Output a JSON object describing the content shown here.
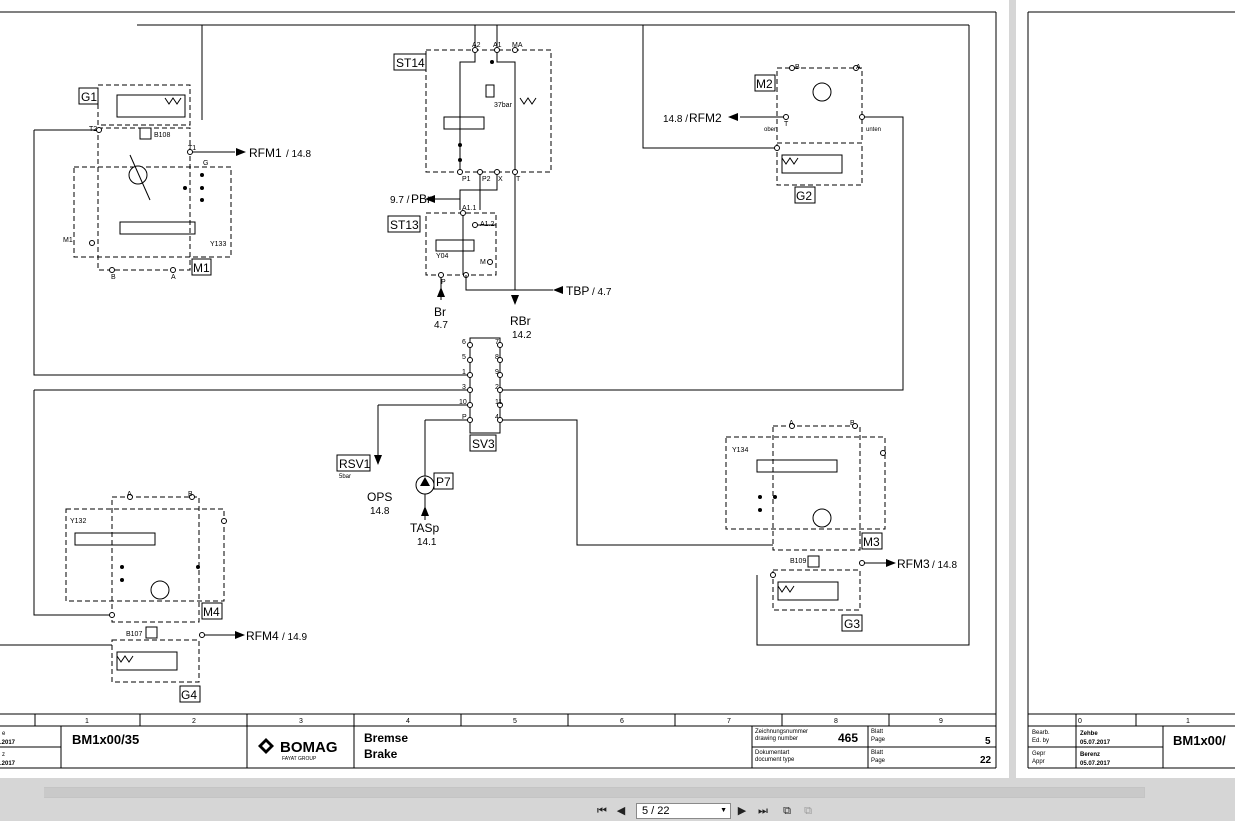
{
  "viewer": {
    "page_selector": {
      "value": "5 / 22"
    },
    "icons": [
      "first-page-icon",
      "previous-page-icon",
      "next-page-icon",
      "last-page-icon",
      "copy-icon",
      "paste-icon"
    ]
  },
  "schematic": {
    "blocks": {
      "G1": "G1",
      "M1": "M1",
      "ST14": "ST14",
      "ST13": "ST13",
      "M2": "M2",
      "G2": "G2",
      "SV3": "SV3",
      "RSV1": "RSV1",
      "P7": "P7",
      "M3": "M3",
      "G3": "G3",
      "M4": "M4",
      "G4": "G4"
    },
    "sensors": {
      "B108": "B108",
      "B109": "B109",
      "B107": "B107"
    },
    "valves": {
      "Y133": "Y133",
      "Y04": "Y04",
      "Y132": "Y132",
      "Y134": "Y134"
    },
    "connections": {
      "rfm1": "RFM1",
      "rfm1_ref": "/ 14.8",
      "rfm2_ref": "14.8 /",
      "rfm2": "RFM2",
      "rfm3": "RFM3",
      "rfm3_ref": "/ 14.8",
      "rfm4": "RFM4",
      "rfm4_ref": "/ 14.9",
      "pbr_ref": "9.7 /",
      "pbr": "PBr",
      "tbp": "TBP",
      "tbp_ref": "/ 4.7",
      "br": "Br",
      "br_ref": "4.7",
      "rbr": "RBr",
      "rbr_ref": "14.2",
      "ops": "OPS",
      "ops_ref": "14.8",
      "tasp": "TASp",
      "tasp_ref": "14.1",
      "rsv_setting": "5bar",
      "st14_setting": "37bar"
    },
    "ports": {
      "a2": "A2",
      "a1": "A1",
      "ma": "MA",
      "p1": "P1",
      "p2": "P2",
      "x": "X",
      "t": "T",
      "a11": "A1.1",
      "a12": "A1.2",
      "p": "P",
      "m": "M",
      "g1_t2": "T2",
      "g1_t1": "T1",
      "g1_g": "G",
      "g1_m1": "M1",
      "g1_b": "B",
      "g1_a": "A",
      "m2_b": "B",
      "m2_a": "A",
      "m2_t": "T",
      "m2_oben": "oben",
      "m2_unten": "unten",
      "m3_a": "A",
      "m3_b": "B",
      "m4_a": "A",
      "m4_b": "B",
      "sv_left": [
        "6",
        "5",
        "1",
        "3",
        "10",
        "P"
      ],
      "sv_right": [
        "7",
        "8",
        "9",
        "2",
        "11",
        "4"
      ]
    },
    "zones": [
      "1",
      "2",
      "3",
      "4",
      "5",
      "6",
      "7",
      "8",
      "9"
    ]
  },
  "title_block": {
    "edit_left_dates": [
      ".2017",
      ".2017"
    ],
    "edit_left_letters": [
      "e",
      "z"
    ],
    "drawing_id": "BM1x00/35",
    "brand": "BOMAG",
    "brand_sub": "FAYAT GROUP",
    "title_de": "Bremse",
    "title_en": "Brake",
    "zeichnungsnummer": "Zeichnungsnummer",
    "drawing_number_label": "drawing number",
    "drawing_number": "465",
    "dokumentart": "Dokumentart",
    "document_type_label": "document type",
    "blatt": "Blatt",
    "page_label": "Page",
    "page_value": "5",
    "total_blatt": "Blatt",
    "total_page_label": "Page",
    "total_value": "22"
  },
  "next_page": {
    "bearb": "Bearb.",
    "ed_by": "Ed. by",
    "gepr": "Gepr",
    "appr": "Appr",
    "editor": "Zehbe",
    "editor_date": "05.07.2017",
    "checker": "Berenz",
    "checker_date": "05.07.2017",
    "drawing_id": "BM1x00/",
    "zones": [
      "0",
      "1"
    ]
  }
}
